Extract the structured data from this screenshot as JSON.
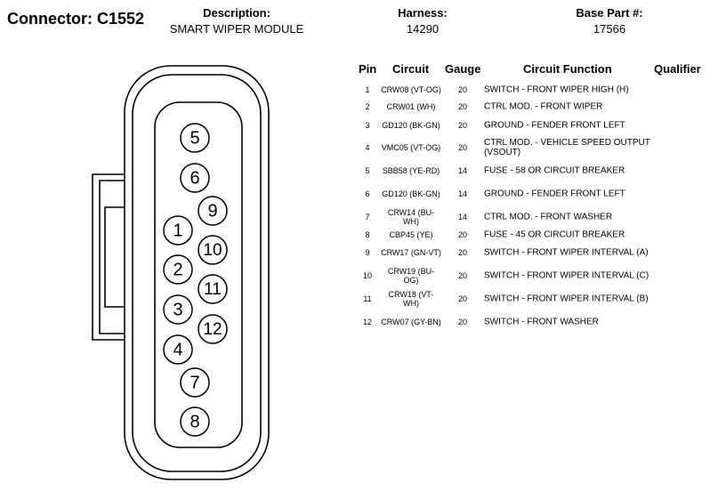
{
  "header": {
    "title": "Connector: C1552",
    "description_label": "Description:",
    "description_value": "SMART WIPER MODULE",
    "harness_label": "Harness:",
    "harness_value": "14290",
    "base_part_label": "Base Part #:",
    "base_part_value": "17566"
  },
  "table": {
    "headers": {
      "pin": "Pin",
      "circuit": "Circuit",
      "gauge": "Gauge",
      "function": "Circuit Function",
      "qualifier": "Qualifier"
    },
    "rows": [
      {
        "pin": "1",
        "circuit": "CRW08 (VT-OG)",
        "gauge": "20",
        "function": "SWITCH - FRONT WIPER HIGH (H)"
      },
      {
        "pin": "2",
        "circuit": "CRW01 (WH)",
        "gauge": "20",
        "function": "CTRL MOD. - FRONT WIPER"
      },
      {
        "pin": "3",
        "circuit": "GD120 (BK-GN)",
        "gauge": "20",
        "function": "GROUND - FENDER FRONT LEFT"
      },
      {
        "pin": "4",
        "circuit": "VMC05 (VT-OG)",
        "gauge": "20",
        "function": "CTRL MOD. - VEHICLE SPEED OUTPUT (VSOUT)"
      },
      {
        "pin": "5",
        "circuit": "SBB58 (YE-RD)",
        "gauge": "14",
        "function": "FUSE - 58 OR CIRCUIT BREAKER"
      },
      {
        "pin": "6",
        "circuit": "GD120 (BK-GN)",
        "gauge": "14",
        "function": "GROUND - FENDER FRONT LEFT"
      },
      {
        "pin": "7",
        "circuit": "CRW14 (BU-WH)",
        "gauge": "14",
        "function": "CTRL MOD. - FRONT WASHER"
      },
      {
        "pin": "8",
        "circuit": "CBP45 (YE)",
        "gauge": "20",
        "function": "FUSE - 45 OR CIRCUIT BREAKER"
      },
      {
        "pin": "9",
        "circuit": "CRW17 (GN-VT)",
        "gauge": "20",
        "function": "SWITCH - FRONT WIPER INTERVAL (A)"
      },
      {
        "pin": "10",
        "circuit": "CRW19 (BU-OG)",
        "gauge": "20",
        "function": "SWITCH - FRONT WIPER INTERVAL (C)"
      },
      {
        "pin": "11",
        "circuit": "CRW18 (VT-WH)",
        "gauge": "20",
        "function": "SWITCH - FRONT WIPER INTERVAL (B)"
      },
      {
        "pin": "12",
        "circuit": "CRW07 (GY-BN)",
        "gauge": "20",
        "function": "SWITCH - FRONT WASHER"
      }
    ]
  },
  "connector": {
    "pins": [
      "1",
      "2",
      "3",
      "4",
      "5",
      "6",
      "7",
      "8",
      "9",
      "10",
      "11",
      "12"
    ]
  }
}
